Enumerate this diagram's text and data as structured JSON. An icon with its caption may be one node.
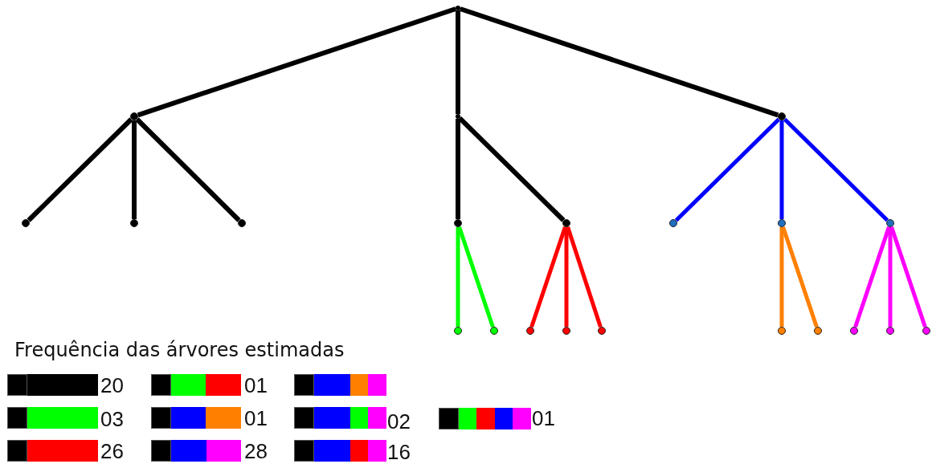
{
  "diagram": {
    "nodes": [
      {
        "text": [],
        "shape": "point"
      },
      {
        "text": [],
        "shape": "circle"
      },
      {
        "text": [],
        "shape": "point"
      },
      {
        "text": [],
        "shape": "circle"
      },
      {
        "text": [],
        "shape": "circle"
      },
      {
        "text": [],
        "shape": "circle"
      },
      {
        "text": [],
        "shape": "circle"
      },
      {
        "text": [],
        "shape": "circle"
      },
      {
        "text": [],
        "shape": "circle"
      },
      {
        "text": [],
        "shape": "circle"
      },
      {
        "text": [],
        "shape": "circle"
      },
      {
        "text": [],
        "shape": "circle"
      },
      {
        "text": [],
        "shape": "circle"
      },
      {
        "text": [],
        "shape": "circle"
      },
      {
        "text": [],
        "shape": "circle"
      },
      {
        "text": [],
        "shape": "circle"
      },
      {
        "text": [],
        "shape": "circle"
      },
      {
        "text": [],
        "shape": "circle"
      },
      {
        "text": [],
        "shape": "circle"
      },
      {
        "text": [],
        "shape": "circle"
      },
      {
        "text": [],
        "shape": "circle"
      },
      {
        "text": [],
        "shape": "circle"
      }
    ],
    "edges": [
      {
        "from": 0,
        "to": 1,
        "arrow": "none"
      },
      {
        "from": 0,
        "to": 2,
        "arrow": "none"
      },
      {
        "from": 0,
        "to": 3,
        "arrow": "none"
      },
      {
        "from": 1,
        "to": 4,
        "arrow": "none"
      },
      {
        "from": 1,
        "to": 5,
        "arrow": "none"
      },
      {
        "from": 1,
        "to": 6,
        "arrow": "none"
      },
      {
        "from": 2,
        "to": 7,
        "arrow": "none"
      },
      {
        "from": 2,
        "to": 8,
        "arrow": "none"
      },
      {
        "from": 3,
        "to": 9,
        "arrow": "none",
        "color": "#0000ff"
      },
      {
        "from": 3,
        "to": 10,
        "arrow": "none",
        "color": "#0000ff"
      },
      {
        "from": 3,
        "to": 11,
        "arrow": "none",
        "color": "#0000ff"
      },
      {
        "from": 7,
        "to": 12,
        "arrow": "none",
        "color": "#00ff00"
      },
      {
        "from": 7,
        "to": 13,
        "arrow": "none",
        "color": "#00ff00"
      },
      {
        "from": 8,
        "to": 14,
        "arrow": "none",
        "color": "#ff0000"
      },
      {
        "from": 8,
        "to": 15,
        "arrow": "none",
        "color": "#ff0000"
      },
      {
        "from": 8,
        "to": 16,
        "arrow": "none",
        "color": "#ff0000"
      },
      {
        "from": 10,
        "to": 17,
        "arrow": "none",
        "color": "#ff8000"
      },
      {
        "from": 10,
        "to": 18,
        "arrow": "none",
        "color": "#ff8000"
      },
      {
        "from": 11,
        "to": 19,
        "arrow": "none",
        "color": "#ff00ff"
      },
      {
        "from": 11,
        "to": 20,
        "arrow": "none",
        "color": "#ff00ff"
      },
      {
        "from": 11,
        "to": 21,
        "arrow": "none",
        "color": "#ff00ff"
      }
    ],
    "labels": [
      "Frequência das árvores estimadas",
      "20",
      "01",
      "03",
      "01",
      "02",
      "01",
      "26",
      "28",
      "16"
    ]
  }
}
